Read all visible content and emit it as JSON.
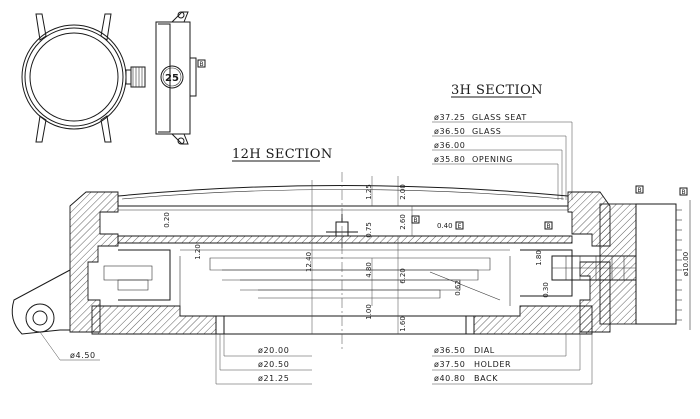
{
  "sections": {
    "h12": "12H SECTION",
    "h3": "3H SECTION"
  },
  "crown_number": "25",
  "callouts": [
    {
      "dia": "ø37.25",
      "name": "GLASS SEAT"
    },
    {
      "dia": "ø36.50",
      "name": "GLASS"
    },
    {
      "dia": "ø36.00",
      "name": ""
    },
    {
      "dia": "ø35.80",
      "name": "OPENING"
    }
  ],
  "bottom_callouts_left": [
    "ø20.00",
    "ø20.50",
    "ø21.25"
  ],
  "bottom_callouts_right": [
    {
      "dia": "ø36.50",
      "name": "DIAL"
    },
    {
      "dia": "ø37.50",
      "name": "HOLDER"
    },
    {
      "dia": "ø40.80",
      "name": "BACK"
    }
  ],
  "lug_hole": "ø4.50",
  "crown_dia": "ø10.00",
  "vertical_dims": {
    "v125": "1.25",
    "v200": "2.00",
    "v260": "2.60",
    "v075": "0.75",
    "v020": "0.20",
    "v1240": "12.40",
    "v480": "4.80",
    "v620": "6.20",
    "v062": "0.62",
    "v030": "0.30",
    "v180": "1.80",
    "v100": "1.00",
    "v160": "1.60",
    "v120": "1.20"
  },
  "horizontal_dims": {
    "h040": "0.40"
  },
  "markers": [
    "B",
    "B",
    "E",
    "B",
    "B"
  ]
}
